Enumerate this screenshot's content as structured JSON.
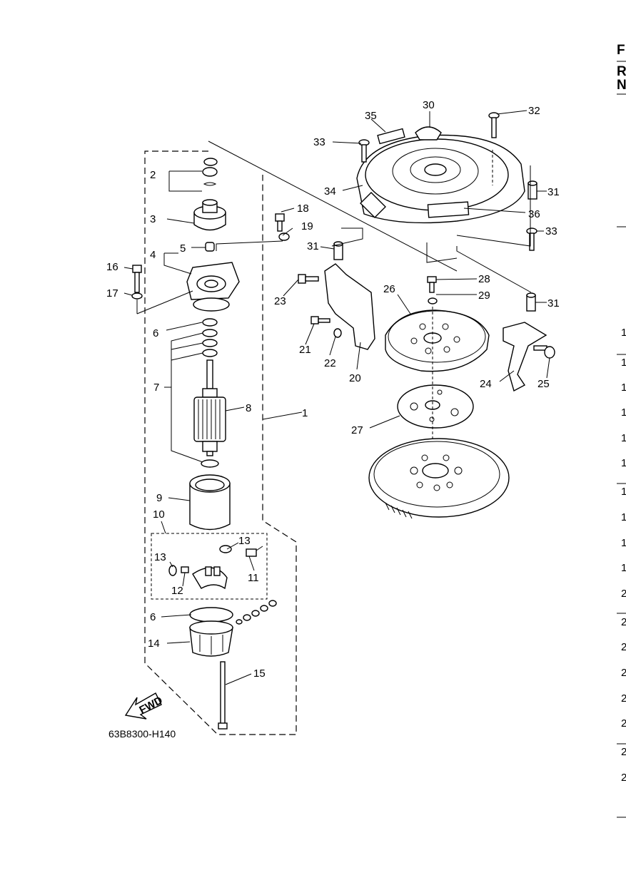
{
  "diagram_code": "63B8300-H140",
  "fwd_label": "FWD",
  "callouts": [
    {
      "id": "c1",
      "text": "1"
    },
    {
      "id": "c2",
      "text": "2"
    },
    {
      "id": "c3",
      "text": "3"
    },
    {
      "id": "c4",
      "text": "4"
    },
    {
      "id": "c5",
      "text": "5"
    },
    {
      "id": "c6a",
      "text": "6"
    },
    {
      "id": "c6b",
      "text": "6"
    },
    {
      "id": "c7",
      "text": "7"
    },
    {
      "id": "c8",
      "text": "8"
    },
    {
      "id": "c9",
      "text": "9"
    },
    {
      "id": "c10",
      "text": "10"
    },
    {
      "id": "c11",
      "text": "11"
    },
    {
      "id": "c12",
      "text": "12"
    },
    {
      "id": "c13a",
      "text": "13"
    },
    {
      "id": "c13b",
      "text": "13"
    },
    {
      "id": "c14",
      "text": "14"
    },
    {
      "id": "c15",
      "text": "15"
    },
    {
      "id": "c16",
      "text": "16"
    },
    {
      "id": "c17",
      "text": "17"
    },
    {
      "id": "c18",
      "text": "18"
    },
    {
      "id": "c19",
      "text": "19"
    },
    {
      "id": "c20",
      "text": "20"
    },
    {
      "id": "c21",
      "text": "21"
    },
    {
      "id": "c22",
      "text": "22"
    },
    {
      "id": "c23",
      "text": "23"
    },
    {
      "id": "c24",
      "text": "24"
    },
    {
      "id": "c25",
      "text": "25"
    },
    {
      "id": "c26",
      "text": "26"
    },
    {
      "id": "c27",
      "text": "27"
    },
    {
      "id": "c28",
      "text": "28"
    },
    {
      "id": "c29",
      "text": "29"
    },
    {
      "id": "c30",
      "text": "30"
    },
    {
      "id": "c31a",
      "text": "31"
    },
    {
      "id": "c31b",
      "text": "31"
    },
    {
      "id": "c31c",
      "text": "31"
    },
    {
      "id": "c32",
      "text": "32"
    },
    {
      "id": "c33a",
      "text": "33"
    },
    {
      "id": "c33b",
      "text": "33"
    },
    {
      "id": "c34",
      "text": "34"
    },
    {
      "id": "c35",
      "text": "35"
    },
    {
      "id": "c36",
      "text": "36"
    }
  ],
  "right_edge": {
    "header": [
      "F",
      "R",
      "N"
    ],
    "column": [
      "1",
      "1",
      "1",
      "1",
      "1",
      "1",
      "1",
      "1",
      "1",
      "1",
      "2",
      "2",
      "2",
      "2",
      "2",
      "2",
      "2",
      "2"
    ]
  }
}
